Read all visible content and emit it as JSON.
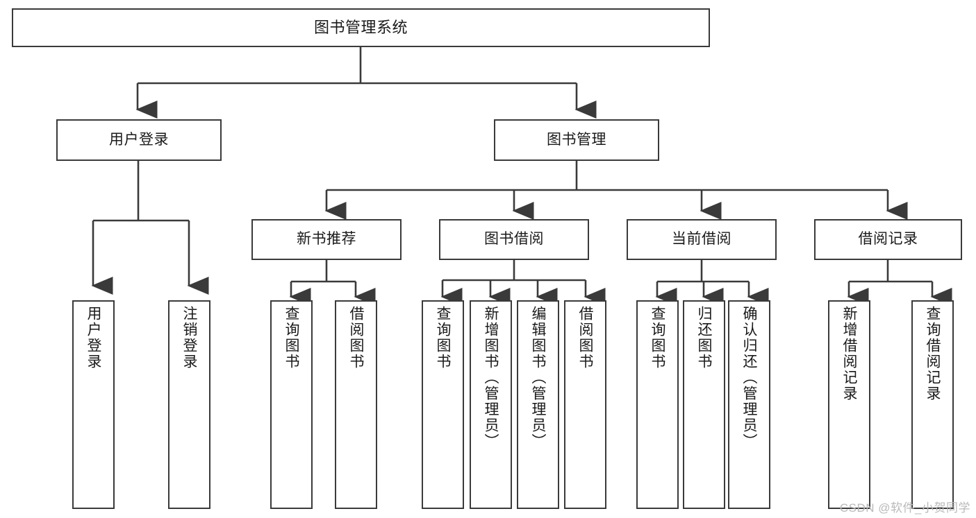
{
  "diagram": {
    "title": "图书管理系统",
    "type": "tree",
    "watermark": "CSDN @软件_小贺同学",
    "colors": {
      "box_border": "#3a3a3a",
      "box_fill": "#ffffff",
      "edge": "#3a3a3a",
      "text": "#1a1a1a",
      "watermark": "#b9b9b9"
    },
    "nodes": {
      "root": {
        "label": "图书管理系统"
      },
      "level2": [
        {
          "id": "user-login",
          "label": "用户登录"
        },
        {
          "id": "book-management",
          "label": "图书管理"
        }
      ],
      "level3": [
        {
          "id": "new-book-recommend",
          "label": "新书推荐"
        },
        {
          "id": "book-borrow",
          "label": "图书借阅"
        },
        {
          "id": "current-borrow",
          "label": "当前借阅"
        },
        {
          "id": "borrow-record",
          "label": "借阅记录"
        }
      ],
      "leaves_user_login": [
        {
          "id": "leaf-user-login",
          "label": "用户登录"
        },
        {
          "id": "leaf-logout",
          "label": "注销登录"
        }
      ],
      "leaves_new_book_recommend": [
        {
          "id": "leaf-query-book-1",
          "label": "查询图书"
        },
        {
          "id": "leaf-borrow-book-1",
          "label": "借阅图书"
        }
      ],
      "leaves_book_borrow": [
        {
          "id": "leaf-query-book-2",
          "label": "查询图书"
        },
        {
          "id": "leaf-add-book",
          "label": "新增图书（管理员）"
        },
        {
          "id": "leaf-edit-book",
          "label": "编辑图书（管理员）"
        },
        {
          "id": "leaf-borrow-book-2",
          "label": "借阅图书"
        }
      ],
      "leaves_current_borrow": [
        {
          "id": "leaf-query-book-3",
          "label": "查询图书"
        },
        {
          "id": "leaf-return-book",
          "label": "归还图书"
        },
        {
          "id": "leaf-confirm-return",
          "label": "确认归还（管理员）"
        }
      ],
      "leaves_borrow_record": [
        {
          "id": "leaf-add-record",
          "label": "新增借阅记录"
        },
        {
          "id": "leaf-query-record",
          "label": "查询借阅记录"
        }
      ]
    }
  }
}
